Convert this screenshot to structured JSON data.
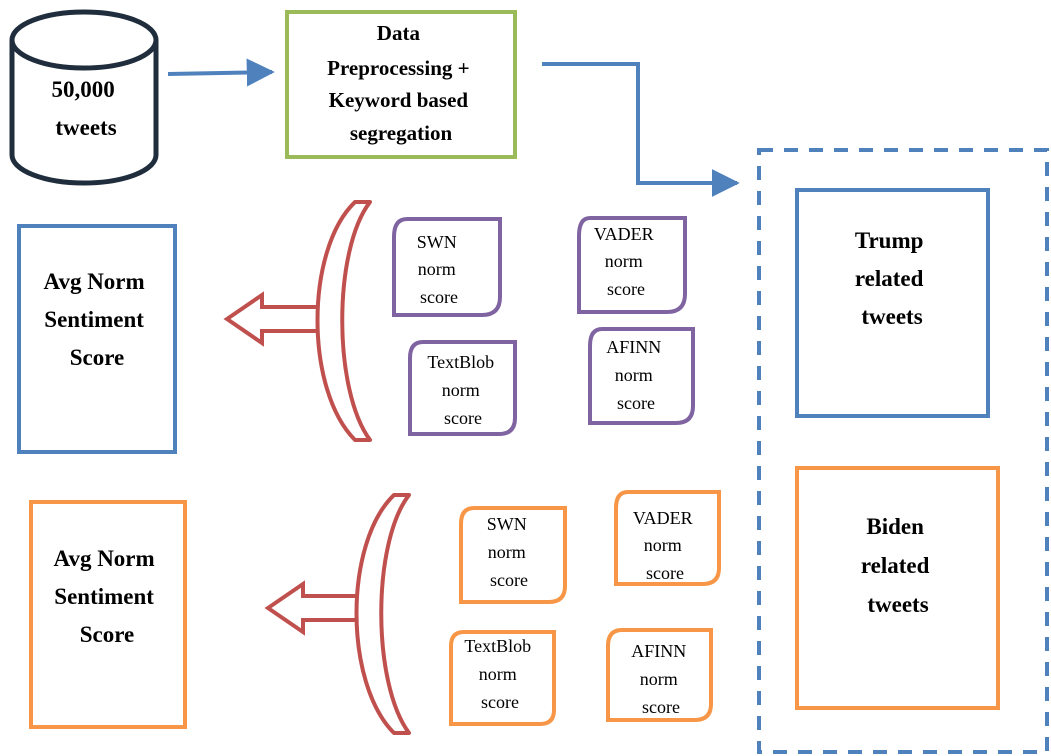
{
  "source": {
    "lines": [
      "50,000",
      "tweets"
    ],
    "icon": "database-cylinder-icon"
  },
  "preprocess": {
    "lines": [
      "Data",
      "Preprocessing +",
      "Keyword based",
      "segregation"
    ]
  },
  "trump": {
    "lines": [
      "Trump",
      "related",
      "tweets"
    ]
  },
  "biden": {
    "lines": [
      "Biden",
      "related",
      "tweets"
    ]
  },
  "avg_top": {
    "lines": [
      "Avg Norm",
      "Sentiment",
      "Score"
    ]
  },
  "avg_bottom": {
    "lines": [
      "Avg Norm",
      "Sentiment",
      "Score"
    ]
  },
  "scores_top": {
    "swn": [
      "SWN",
      "norm",
      "score"
    ],
    "vader": [
      "VADER",
      "norm",
      "score"
    ],
    "textblob": [
      "TextBlob",
      "norm",
      "score"
    ],
    "afinn": [
      "AFINN",
      "norm",
      "score"
    ]
  },
  "scores_bottom": {
    "swn": [
      "SWN",
      "norm",
      "score"
    ],
    "vader": [
      "VADER",
      "norm",
      "score"
    ],
    "textblob": [
      "TextBlob",
      "norm",
      "score"
    ],
    "afinn": [
      "AFINN",
      "norm",
      "score"
    ]
  },
  "colors": {
    "blue": "#4F81BD",
    "orange": "#F79646",
    "green": "#9BBB59",
    "purple": "#8064A2",
    "red": "#C0504D",
    "dark": "#1F2D3D"
  }
}
